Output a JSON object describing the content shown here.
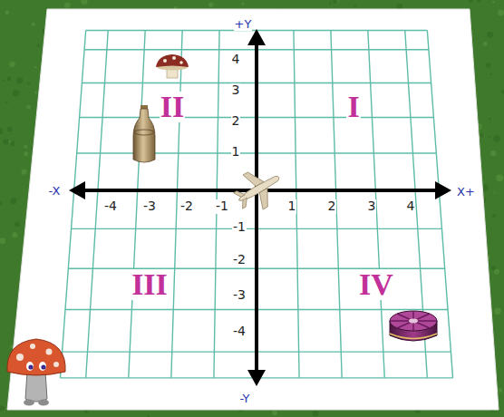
{
  "diagram": {
    "labels": [
      "+Y",
      "4",
      "3",
      "II",
      "2",
      "I",
      "1",
      "-X",
      "-4",
      "-3",
      "-2",
      "-1",
      "1",
      "2",
      "3",
      "4",
      "X+",
      "-1",
      "-2",
      "III",
      "-3",
      "IV",
      "-4",
      "-Y"
    ]
  }
}
